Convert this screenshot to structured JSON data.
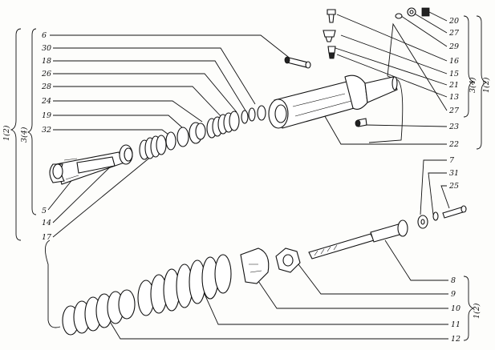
{
  "callouts_left": [
    "6",
    "30",
    "18",
    "26",
    "28",
    "24",
    "19",
    "32",
    "5",
    "14",
    "17"
  ],
  "callouts_right_top": [
    "20",
    "27",
    "29",
    "16",
    "15",
    "21",
    "13",
    "27",
    "23",
    "22"
  ],
  "callouts_right_mid": [
    "7",
    "31",
    "25"
  ],
  "callouts_right_bottom": [
    "8",
    "9",
    "10",
    "11",
    "12"
  ],
  "brackets": {
    "left_outer": "1(2)",
    "left_inner": "3(4)",
    "right_top_inner": "3(4)",
    "right_top_outer": "1(2)",
    "right_bottom": "1(2)"
  }
}
